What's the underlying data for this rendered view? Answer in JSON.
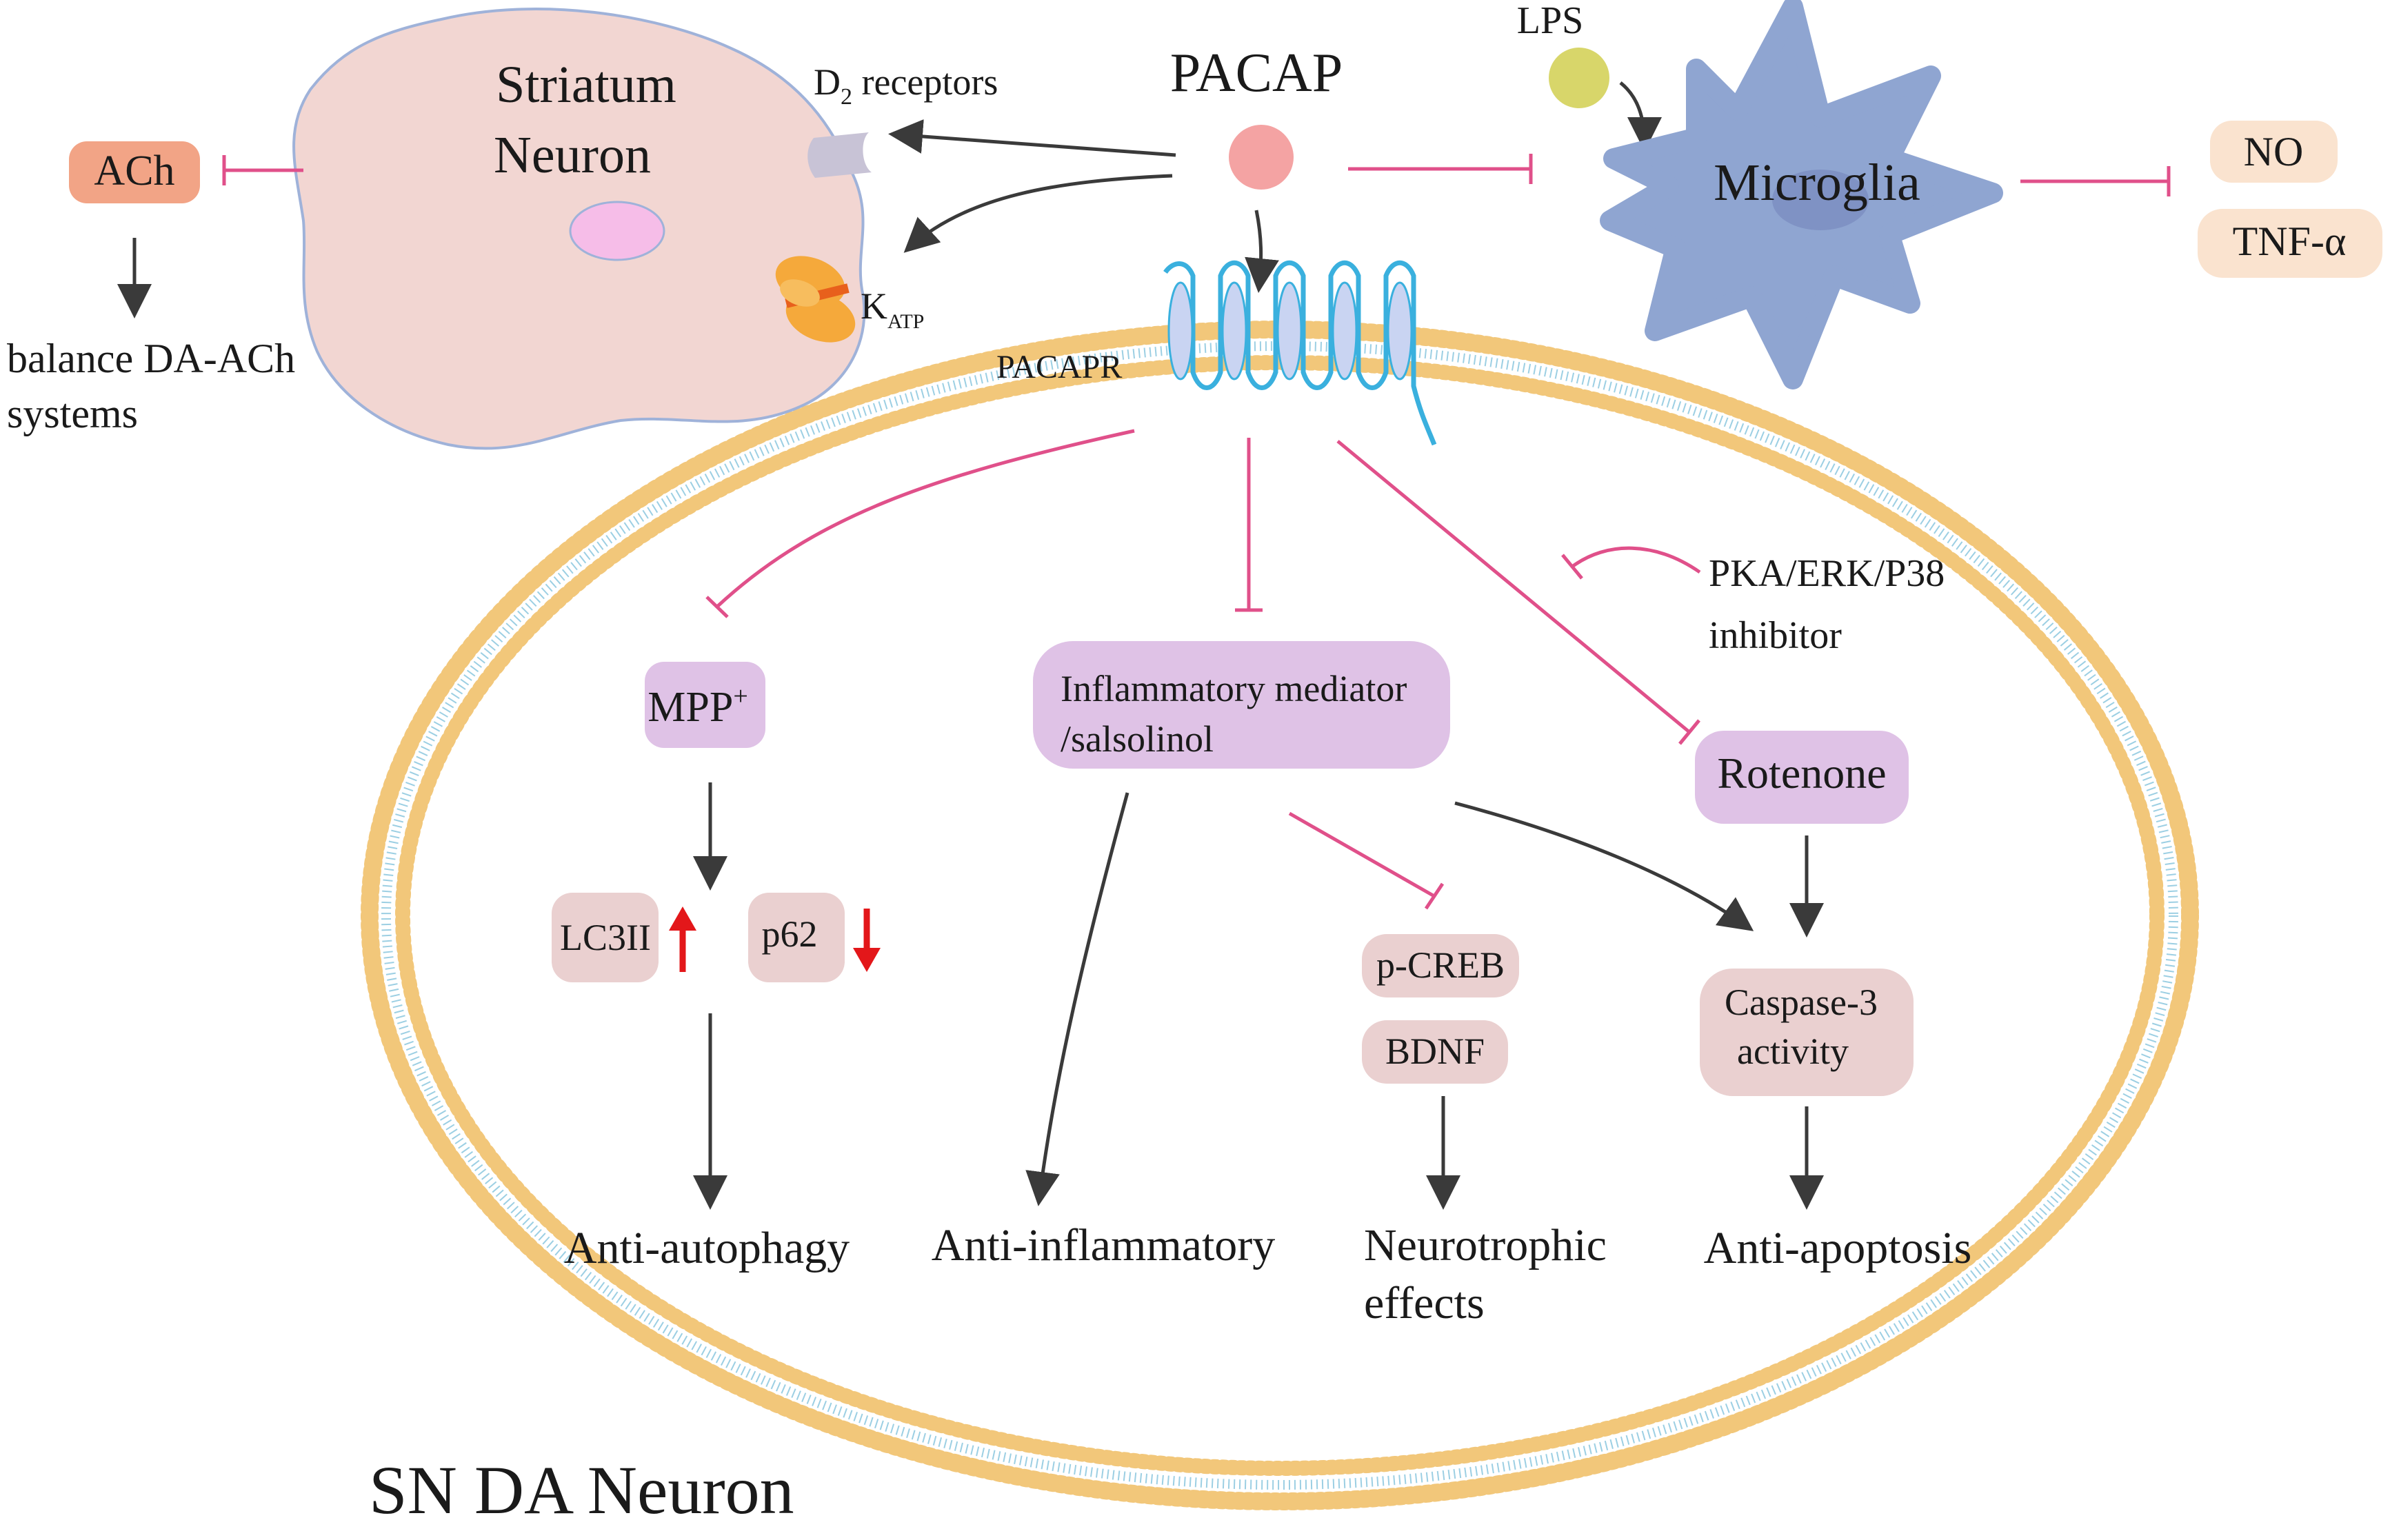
{
  "colors": {
    "arrow": "#3a3a3a",
    "inhibit": "#e0508a",
    "striatum_fill": "#f2d6d2",
    "striatum_stroke": "#9fb2d9",
    "nucleus_fill": "#f6bde8",
    "microglia_fill": "#8fa5d1",
    "pacap_ball": "#f4a3a3",
    "lps_ball": "#d8d66a",
    "ach_box": "#f2a486",
    "output_box": "#fae3cf",
    "purple_box": "#dfc2e6",
    "pink_box": "#ead0d0",
    "membrane_outer": "#f2c77a",
    "membrane_inner": "#9ccfe3",
    "receptor": "#3ab0de",
    "receptor_helix": "#c9d4f2",
    "katp_orange": "#f5a93b",
    "katp_red": "#e8601c",
    "d2_receptor": "#c8c3d6",
    "up_arrow": "#e3171a"
  },
  "labels": {
    "striatum_line1": "Striatum",
    "striatum_line2": "Neuron",
    "ach": "ACh",
    "balance_line1": "balance DA-ACh",
    "balance_line2": "systems",
    "d2_main": "D",
    "d2_sub": "2",
    "d2_rest": " receptors",
    "katp_main": "K",
    "katp_sub": "ATP",
    "pacap": "PACAP",
    "lps": "LPS",
    "microglia": "Microglia",
    "no": "NO",
    "tnf": "TNF-α",
    "pacapr": "PACAPR",
    "mpp_main": "MPP",
    "mpp_sup": "+",
    "inflam_line1": "Inflammatory mediator",
    "inflam_line2": "/salsolinol",
    "pka_line1": "PKA/ERK/P38",
    "pka_line2": "inhibitor",
    "rotenone": "Rotenone",
    "lc3ii": "LC3II",
    "p62": "p62",
    "pcreb": "p-CREB",
    "bdnf": "BDNF",
    "caspase_line1": "Caspase-3",
    "caspase_line2": "activity",
    "anti_autophagy": "Anti-autophagy",
    "anti_inflammatory": "Anti-inflammatory",
    "neuro_line1": "Neurotrophic",
    "neuro_line2": "effects",
    "anti_apoptosis": "Anti-apoptosis",
    "sn_da": "SN DA Neuron"
  }
}
